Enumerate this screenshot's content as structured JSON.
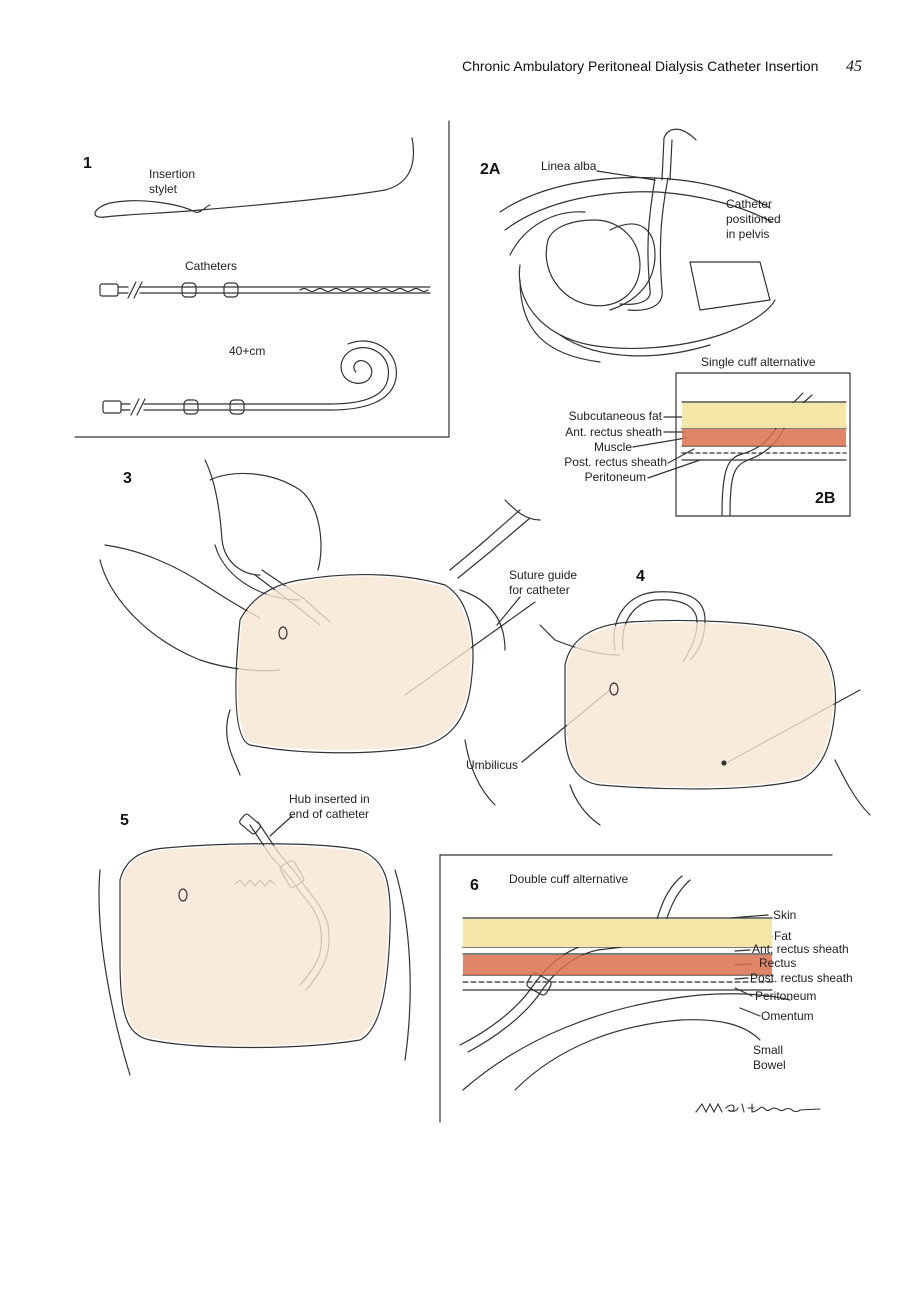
{
  "header": {
    "running_title": "Chronic Ambulatory Peritoneal Dialysis Catheter Insertion",
    "page_number": "45"
  },
  "panels": {
    "p1": {
      "number": "1",
      "insertion_stylet": [
        "Insertion",
        "stylet"
      ],
      "catheters": "Catheters",
      "length": "40+cm"
    },
    "p2a": {
      "number": "2A",
      "linea_alba": "Linea alba",
      "catheter_position": [
        "Catheter",
        "positioned",
        "in pelvis"
      ]
    },
    "p2b": {
      "number": "2B",
      "title": "Single cuff alternative",
      "layers": [
        "Subcutaneous fat",
        "Ant. rectus sheath",
        "Muscle",
        "Post. rectus sheath",
        "Peritoneum"
      ]
    },
    "p3": {
      "number": "3",
      "suture_guide": [
        "Suture guide",
        "for catheter"
      ]
    },
    "p4": {
      "number": "4",
      "umbilicus": "Umbilicus"
    },
    "p5": {
      "number": "5",
      "hub": [
        "Hub inserted in",
        "end of catheter"
      ]
    },
    "p6": {
      "number": "6",
      "title": "Double cuff alternative",
      "layers": [
        "Skin",
        "Fat",
        "Ant. rectus sheath",
        "Rectus",
        "Post. rectus sheath",
        "Peritoneum",
        "Omentum"
      ],
      "small_bowel": [
        "Small",
        "Bowel"
      ]
    }
  },
  "colors": {
    "skin": "#f8e6d2",
    "fat": "#f3e6a6",
    "muscle": "#d9714f",
    "line": "#333333"
  }
}
